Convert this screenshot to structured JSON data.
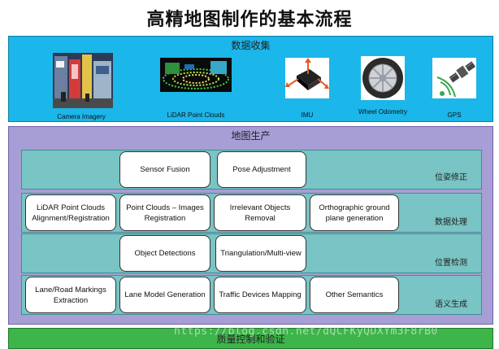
{
  "title": "高精地图制作的基本流程",
  "collection": {
    "title": "数据收集",
    "sensors": [
      {
        "label": "Camera Imagery",
        "icon": "camera-imagery-icon"
      },
      {
        "label": "LiDAR Point Clouds",
        "icon": "lidar-icon"
      },
      {
        "label": "IMU",
        "icon": "imu-icon"
      },
      {
        "label": "Wheel Odometry",
        "icon": "wheel-icon"
      },
      {
        "label": "GPS",
        "icon": "gps-satellite-icon"
      }
    ]
  },
  "production": {
    "title": "地图生产",
    "rows": [
      {
        "label": "位姿修正",
        "boxes": [
          "Sensor Fusion",
          "Pose Adjustment"
        ]
      },
      {
        "label": "数据处理",
        "boxes": [
          "LiDAR Point Clouds Alignment/Registration",
          "Point Clouds – Images Registration",
          "Irrelevant Objects Removal",
          "Orthographic ground plane generation"
        ]
      },
      {
        "label": "位置检测",
        "boxes": [
          "Object Detections",
          "Triangulation/Multi-view"
        ]
      },
      {
        "label": "语义生成",
        "boxes": [
          "Lane/Road Markings Extraction",
          "Lane Model Generation",
          "Traffic Devices Mapping",
          "Other Semantics"
        ]
      }
    ]
  },
  "quality": {
    "title": "质量控制和验证"
  },
  "watermark": "https://blog.csdn.net/dQCFKyQDXYm3F8rB0",
  "colors": {
    "collection": "#1bb6ea",
    "production": "#a79ed6",
    "rows": "#79c4c4",
    "quality": "#3db54a"
  }
}
